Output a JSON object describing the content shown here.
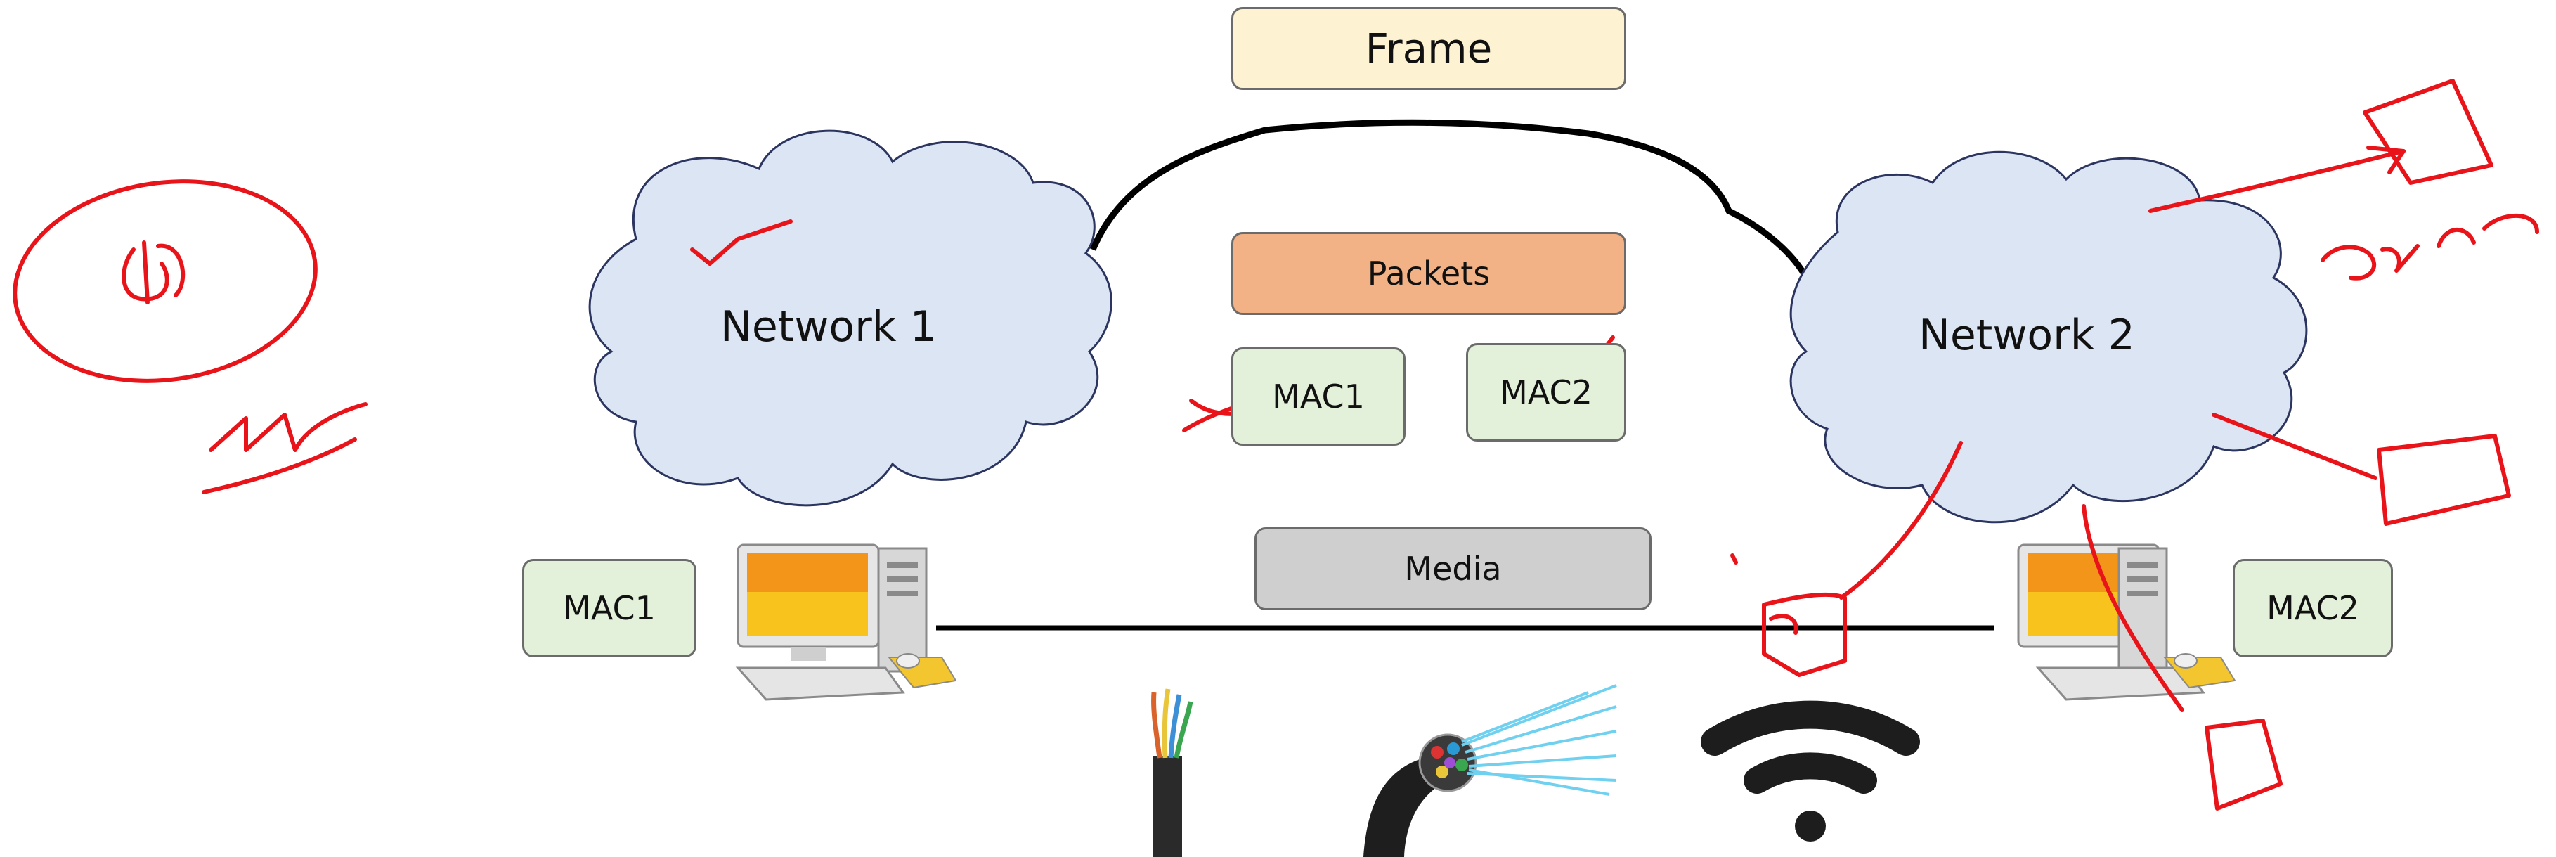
{
  "frame_label": "Frame",
  "packets_label": "Packets",
  "media_label": "Media",
  "mac_middle": [
    "MAC1",
    "MAC2"
  ],
  "network1_label": "Network 1",
  "network2_label": "Network 2",
  "host_left_mac": "MAC1",
  "host_right_mac": "MAC2",
  "media_icons": [
    "copper-cable-icon",
    "fiber-optic-cable-icon",
    "wifi-icon"
  ],
  "colors": {
    "cloud_fill": "#dbe5f3",
    "frame_fill": "#fdf3d2",
    "packets_fill": "#f3b186",
    "mac_fill": "#e3f0da",
    "media_fill": "#d0cfcf",
    "annotation_red": "#e8141a"
  }
}
